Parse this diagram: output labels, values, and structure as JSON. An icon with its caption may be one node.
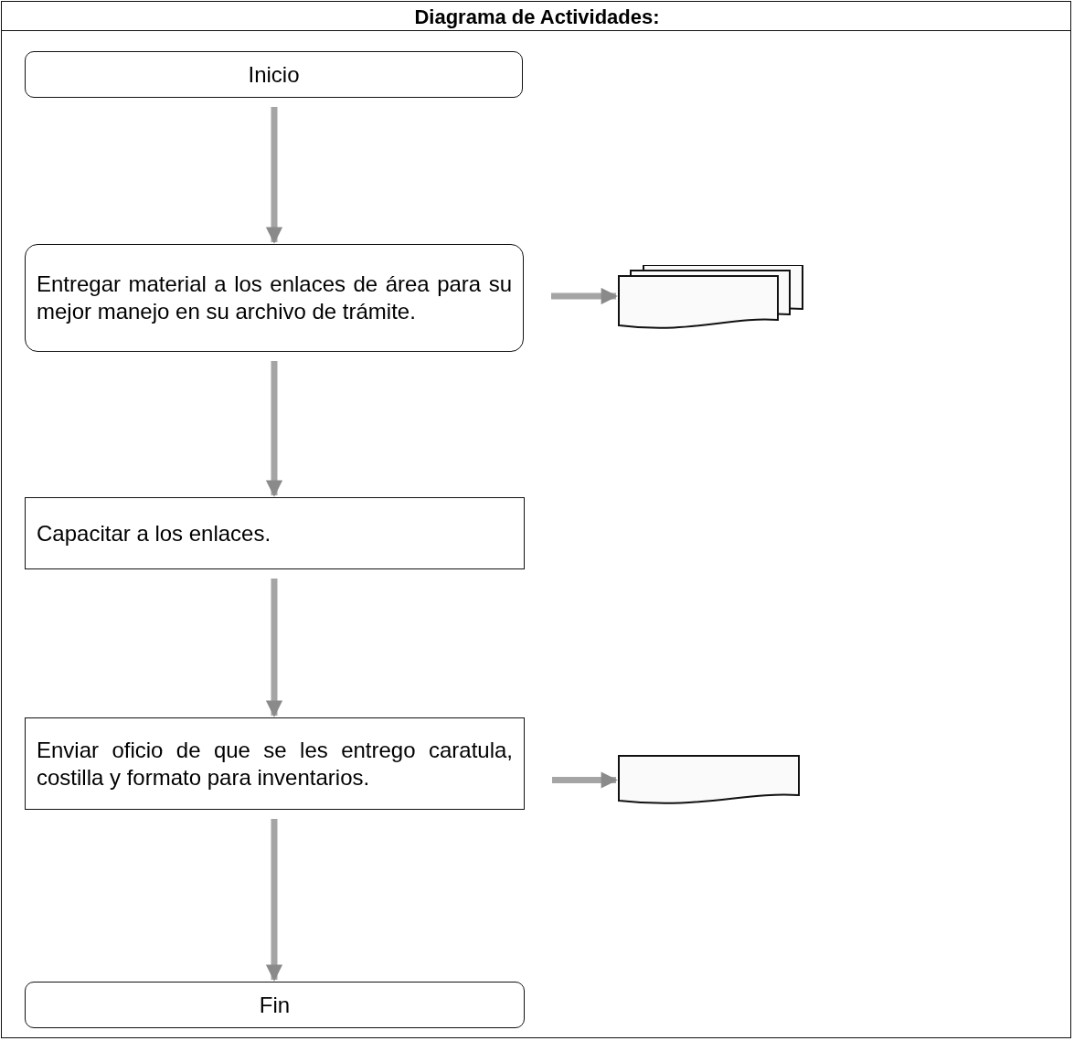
{
  "diagram": {
    "title": "Diagrama de Actividades:",
    "nodes": [
      {
        "text": [
          "Inicio"
        ]
      },
      {
        "text": [
          "Entregar material a los enlaces de área para su mejor manejo en su archivo de trámite."
        ]
      },
      {
        "text": [],
        "shape": "document"
      },
      {
        "text": [
          "Capacitar a los enlaces."
        ]
      },
      {
        "text": [
          "Enviar oficio de que se les entrego caratula, costilla y formato para inventarios."
        ]
      },
      {
        "text": [],
        "shape": "document"
      },
      {
        "text": [
          "Fin"
        ]
      }
    ],
    "edges": [
      {
        "from": 0,
        "to": 1,
        "arrow": "to"
      },
      {
        "from": 1,
        "to": 2,
        "arrow": "to"
      },
      {
        "from": 1,
        "to": 3,
        "arrow": "to"
      },
      {
        "from": 3,
        "to": 4,
        "arrow": "to"
      },
      {
        "from": 4,
        "to": 5,
        "arrow": "to"
      },
      {
        "from": 4,
        "to": 6,
        "arrow": "to"
      }
    ]
  }
}
